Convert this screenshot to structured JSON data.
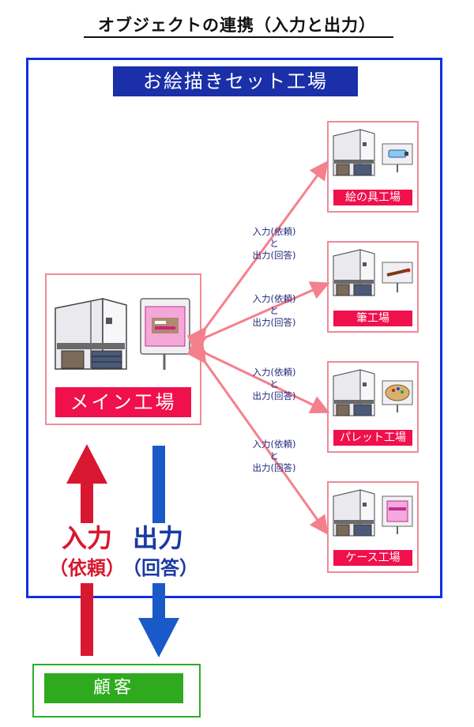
{
  "title": "オブジェクトの連携（入力と出力）",
  "factory_set": {
    "label": "お絵描きセット工場",
    "main": {
      "label": "メイン工場"
    },
    "sub_factories": [
      {
        "label": "絵の具工場",
        "product": "paint-tube-icon"
      },
      {
        "label": "筆工場",
        "product": "brush-icon"
      },
      {
        "label": "パレット工場",
        "product": "palette-icon"
      },
      {
        "label": "ケース工場",
        "product": "case-icon"
      }
    ],
    "edge_label": {
      "line1": "入力(依頼)",
      "line2": "と",
      "line3": "出力(回答)"
    }
  },
  "customer": {
    "label": "顧客"
  },
  "flow": {
    "input": {
      "main": "入力",
      "sub": "（依頼）",
      "color": "#d81830"
    },
    "output": {
      "main": "出力",
      "sub": "（回答）",
      "color": "#1a3aa0"
    }
  },
  "colors": {
    "frame": "#1030e0",
    "banner": "#1a2fa8",
    "plate": "#f0104c",
    "box_border": "#f08a98",
    "customer": "#2faa1e",
    "arrow": "#f4808c"
  }
}
